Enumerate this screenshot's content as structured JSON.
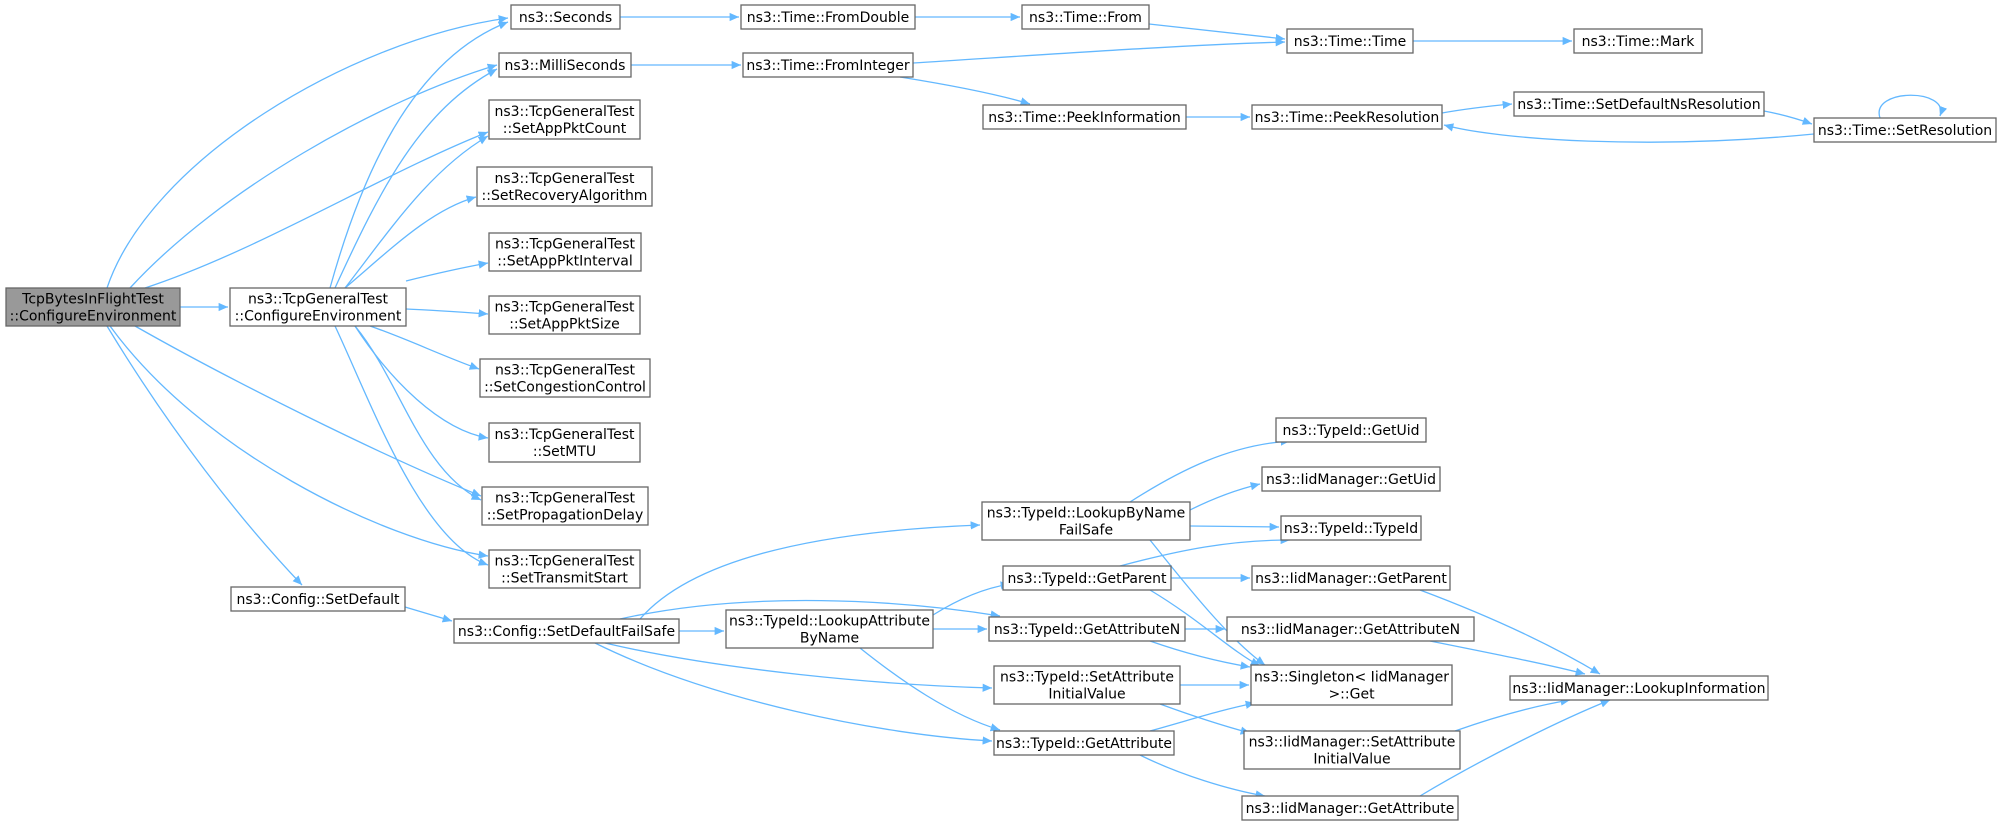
{
  "diagram": {
    "type": "call-graph",
    "colors": {
      "edge": "#63b8ff",
      "root_fill": "#999999",
      "node_border": "#666666",
      "node_fill": "#ffffff"
    },
    "nodes": [
      {
        "id": "root",
        "lines": [
          "TcpBytesInFlightTest",
          "::ConfigureEnvironment"
        ]
      },
      {
        "id": "seconds",
        "lines": [
          "ns3::Seconds"
        ]
      },
      {
        "id": "milliseconds",
        "lines": [
          "ns3::MilliSeconds"
        ]
      },
      {
        "id": "setapppktcount",
        "lines": [
          "ns3::TcpGeneralTest",
          "::SetAppPktCount"
        ]
      },
      {
        "id": "tgt_configenv",
        "lines": [
          "ns3::TcpGeneralTest",
          "::ConfigureEnvironment"
        ]
      },
      {
        "id": "setrecovery",
        "lines": [
          "ns3::TcpGeneralTest",
          "::SetRecoveryAlgorithm"
        ]
      },
      {
        "id": "setapppktinterval",
        "lines": [
          "ns3::TcpGeneralTest",
          "::SetAppPktInterval"
        ]
      },
      {
        "id": "setapppktsize",
        "lines": [
          "ns3::TcpGeneralTest",
          "::SetAppPktSize"
        ]
      },
      {
        "id": "setcongestion",
        "lines": [
          "ns3::TcpGeneralTest",
          "::SetCongestionControl"
        ]
      },
      {
        "id": "setmtu",
        "lines": [
          "ns3::TcpGeneralTest",
          "::SetMTU"
        ]
      },
      {
        "id": "setpropdelay",
        "lines": [
          "ns3::TcpGeneralTest",
          "::SetPropagationDelay"
        ]
      },
      {
        "id": "settransmitstart",
        "lines": [
          "ns3::TcpGeneralTest",
          "::SetTransmitStart"
        ]
      },
      {
        "id": "config_setdefault",
        "lines": [
          "ns3::Config::SetDefault"
        ]
      },
      {
        "id": "config_setdefaultfailsafe",
        "lines": [
          "ns3::Config::SetDefaultFailSafe"
        ]
      },
      {
        "id": "fromdouble",
        "lines": [
          "ns3::Time::FromDouble"
        ]
      },
      {
        "id": "frominteger",
        "lines": [
          "ns3::Time::FromInteger"
        ]
      },
      {
        "id": "from",
        "lines": [
          "ns3::Time::From"
        ]
      },
      {
        "id": "time",
        "lines": [
          "ns3::Time::Time"
        ]
      },
      {
        "id": "mark",
        "lines": [
          "ns3::Time::Mark"
        ]
      },
      {
        "id": "peekinformation",
        "lines": [
          "ns3::Time::PeekInformation"
        ]
      },
      {
        "id": "peekresolution",
        "lines": [
          "ns3::Time::PeekResolution"
        ]
      },
      {
        "id": "setdefaultnsres",
        "lines": [
          "ns3::Time::SetDefaultNsResolution"
        ]
      },
      {
        "id": "setresolution",
        "lines": [
          "ns3::Time::SetResolution"
        ]
      },
      {
        "id": "lookupbynamefailsafe",
        "lines": [
          "ns3::TypeId::LookupByName",
          "FailSafe"
        ]
      },
      {
        "id": "lookupattrbyname",
        "lines": [
          "ns3::TypeId::LookupAttribute",
          "ByName"
        ]
      },
      {
        "id": "getparent",
        "lines": [
          "ns3::TypeId::GetParent"
        ]
      },
      {
        "id": "getattributen",
        "lines": [
          "ns3::TypeId::GetAttributeN"
        ]
      },
      {
        "id": "setattrinitial",
        "lines": [
          "ns3::TypeId::SetAttribute",
          "InitialValue"
        ]
      },
      {
        "id": "getattribute",
        "lines": [
          "ns3::TypeId::GetAttribute"
        ]
      },
      {
        "id": "typeid_getuid",
        "lines": [
          "ns3::TypeId::GetUid"
        ]
      },
      {
        "id": "iid_getuid",
        "lines": [
          "ns3::IidManager::GetUid"
        ]
      },
      {
        "id": "typeid_typeid",
        "lines": [
          "ns3::TypeId::TypeId"
        ]
      },
      {
        "id": "iid_getparent",
        "lines": [
          "ns3::IidManager::GetParent"
        ]
      },
      {
        "id": "iid_getattributen",
        "lines": [
          "ns3::IidManager::GetAttributeN"
        ]
      },
      {
        "id": "singleton_get",
        "lines": [
          "ns3::Singleton< IidManager",
          ">::Get"
        ]
      },
      {
        "id": "iid_setattrinitial",
        "lines": [
          "ns3::IidManager::SetAttribute",
          "InitialValue"
        ]
      },
      {
        "id": "iid_getattribute",
        "lines": [
          "ns3::IidManager::GetAttribute"
        ]
      },
      {
        "id": "iid_lookupinfo",
        "lines": [
          "ns3::IidManager::LookupInformation"
        ]
      }
    ]
  }
}
